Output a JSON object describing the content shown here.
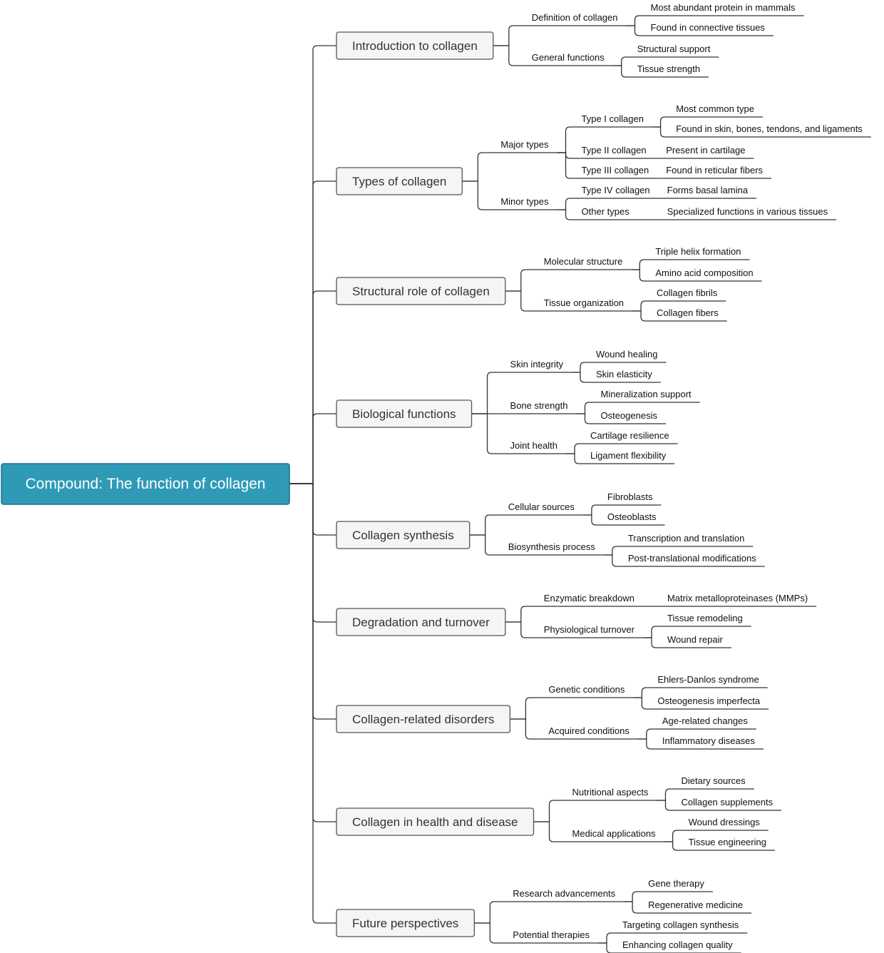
{
  "root": "Compound: The function of collagen",
  "branches": [
    {
      "label": "Introduction to collagen",
      "children": [
        {
          "label": "Definition of collagen",
          "children": [
            {
              "label": "Most abundant protein in mammals"
            },
            {
              "label": "Found in connective tissues"
            }
          ]
        },
        {
          "label": "General functions",
          "children": [
            {
              "label": "Structural support"
            },
            {
              "label": "Tissue strength"
            }
          ]
        }
      ]
    },
    {
      "label": "Types of collagen",
      "children": [
        {
          "label": "Major types",
          "children": [
            {
              "label": "Type I collagen",
              "children": [
                {
                  "label": "Most common type"
                },
                {
                  "label": "Found in skin, bones, tendons, and ligaments"
                }
              ]
            },
            {
              "label": "Type II collagen",
              "children": [
                {
                  "label": "Present in cartilage"
                }
              ]
            },
            {
              "label": "Type III collagen",
              "children": [
                {
                  "label": "Found in reticular fibers"
                }
              ]
            }
          ]
        },
        {
          "label": "Minor types",
          "children": [
            {
              "label": "Type IV collagen",
              "children": [
                {
                  "label": "Forms basal lamina"
                }
              ]
            },
            {
              "label": "Other types",
              "children": [
                {
                  "label": "Specialized functions in various tissues"
                }
              ]
            }
          ]
        }
      ]
    },
    {
      "label": "Structural role of collagen",
      "children": [
        {
          "label": "Molecular structure",
          "children": [
            {
              "label": "Triple helix formation"
            },
            {
              "label": "Amino acid composition"
            }
          ]
        },
        {
          "label": "Tissue organization",
          "children": [
            {
              "label": "Collagen fibrils"
            },
            {
              "label": "Collagen fibers"
            }
          ]
        }
      ]
    },
    {
      "label": "Biological functions",
      "children": [
        {
          "label": "Skin integrity",
          "children": [
            {
              "label": "Wound healing"
            },
            {
              "label": "Skin elasticity"
            }
          ]
        },
        {
          "label": "Bone strength",
          "children": [
            {
              "label": "Mineralization support"
            },
            {
              "label": "Osteogenesis"
            }
          ]
        },
        {
          "label": "Joint health",
          "children": [
            {
              "label": "Cartilage resilience"
            },
            {
              "label": "Ligament flexibility"
            }
          ]
        }
      ]
    },
    {
      "label": "Collagen synthesis",
      "children": [
        {
          "label": "Cellular sources",
          "children": [
            {
              "label": "Fibroblasts"
            },
            {
              "label": "Osteoblasts"
            }
          ]
        },
        {
          "label": "Biosynthesis process",
          "children": [
            {
              "label": "Transcription and translation"
            },
            {
              "label": "Post-translational modifications"
            }
          ]
        }
      ]
    },
    {
      "label": "Degradation and turnover",
      "children": [
        {
          "label": "Enzymatic breakdown",
          "children": [
            {
              "label": "Matrix metalloproteinases (MMPs)"
            }
          ]
        },
        {
          "label": "Physiological turnover",
          "children": [
            {
              "label": "Tissue remodeling"
            },
            {
              "label": "Wound repair"
            }
          ]
        }
      ]
    },
    {
      "label": "Collagen-related disorders",
      "children": [
        {
          "label": "Genetic conditions",
          "children": [
            {
              "label": "Ehlers-Danlos syndrome"
            },
            {
              "label": "Osteogenesis imperfecta"
            }
          ]
        },
        {
          "label": "Acquired conditions",
          "children": [
            {
              "label": "Age-related changes"
            },
            {
              "label": "Inflammatory diseases"
            }
          ]
        }
      ]
    },
    {
      "label": "Collagen in health and disease",
      "children": [
        {
          "label": "Nutritional aspects",
          "children": [
            {
              "label": "Dietary sources"
            },
            {
              "label": "Collagen supplements"
            }
          ]
        },
        {
          "label": "Medical applications",
          "children": [
            {
              "label": "Wound dressings"
            },
            {
              "label": "Tissue engineering"
            }
          ]
        }
      ]
    },
    {
      "label": "Future perspectives",
      "children": [
        {
          "label": "Research advancements",
          "children": [
            {
              "label": "Gene therapy"
            },
            {
              "label": "Regenerative medicine"
            }
          ]
        },
        {
          "label": "Potential therapies",
          "children": [
            {
              "label": "Targeting collagen synthesis"
            },
            {
              "label": "Enhancing collagen quality"
            }
          ]
        }
      ]
    }
  ],
  "colors": {
    "root_fill": "#2e9ab6",
    "root_border": "#1f6f86",
    "branch_fill": "#f5f5f5",
    "branch_border": "#555555",
    "line": "#333333"
  }
}
